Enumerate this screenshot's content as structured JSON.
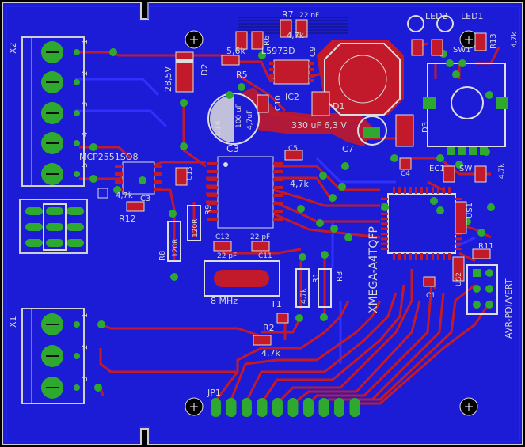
{
  "board": {
    "colors": {
      "board": "#1c1cd6",
      "copper_top": "#c21a2a",
      "copper_bottom": "#2b2bf2",
      "silk": "#d8d8d8",
      "pad": "#2ea82e",
      "background": "#000000"
    },
    "labels": {
      "x2": "X2",
      "x1": "X1",
      "x2_pins": [
        "1",
        "2",
        "3",
        "4",
        "5"
      ],
      "x1_pins": [
        "1",
        "2",
        "3"
      ],
      "d2_value": "28,5V",
      "d2": "D2",
      "r5_value": "5,6k",
      "r5": "R5",
      "r6": "R6",
      "r7": "R7",
      "c8_value": "22 nF",
      "r7_value": "4,7k",
      "c9": "C9",
      "ic2_part": "L5973D",
      "ic2": "IC2",
      "c10": "C10",
      "c10_value": "4,7uF",
      "d1": "D1",
      "l1_value": "330 uF 6,3 V",
      "c7": "C7",
      "c14": "C14",
      "c14_value": "100 uF",
      "ic3_part": "MCP2551SO8",
      "ic3": "IC3",
      "c3_value": "4,7k",
      "c3": "C3",
      "c5": "C5",
      "r10_value": "4,7k",
      "r12": "R12",
      "c13": "C13",
      "r9": "R9",
      "r8": "R8",
      "r8_value": "120R",
      "r9_value": "120R",
      "c12": "C12",
      "c12_value": "22 pF",
      "c11": "C11",
      "c11_value": "22 pF",
      "quartz": "8 MHz",
      "t1": "T1",
      "r2": "R2",
      "r2_value": "4,7k",
      "r1": "R1",
      "r1_value": "4,7k",
      "r3": "R3",
      "mcu": "XMEGA-A4TQFP",
      "led2": "LED2",
      "led1": "LED1",
      "sw1": "SW1",
      "r13": "R13",
      "r13_value": "4,7k",
      "d3": "D3",
      "ec1_value": "EC1",
      "sw_label": "SW",
      "r4_value": "4,7k",
      "r11": "R11",
      "us1": "US1",
      "us2": "US2",
      "c1": "C1",
      "c4": "C4",
      "avr": "AVR-PDI/VERT",
      "jp1": "JP1"
    }
  }
}
